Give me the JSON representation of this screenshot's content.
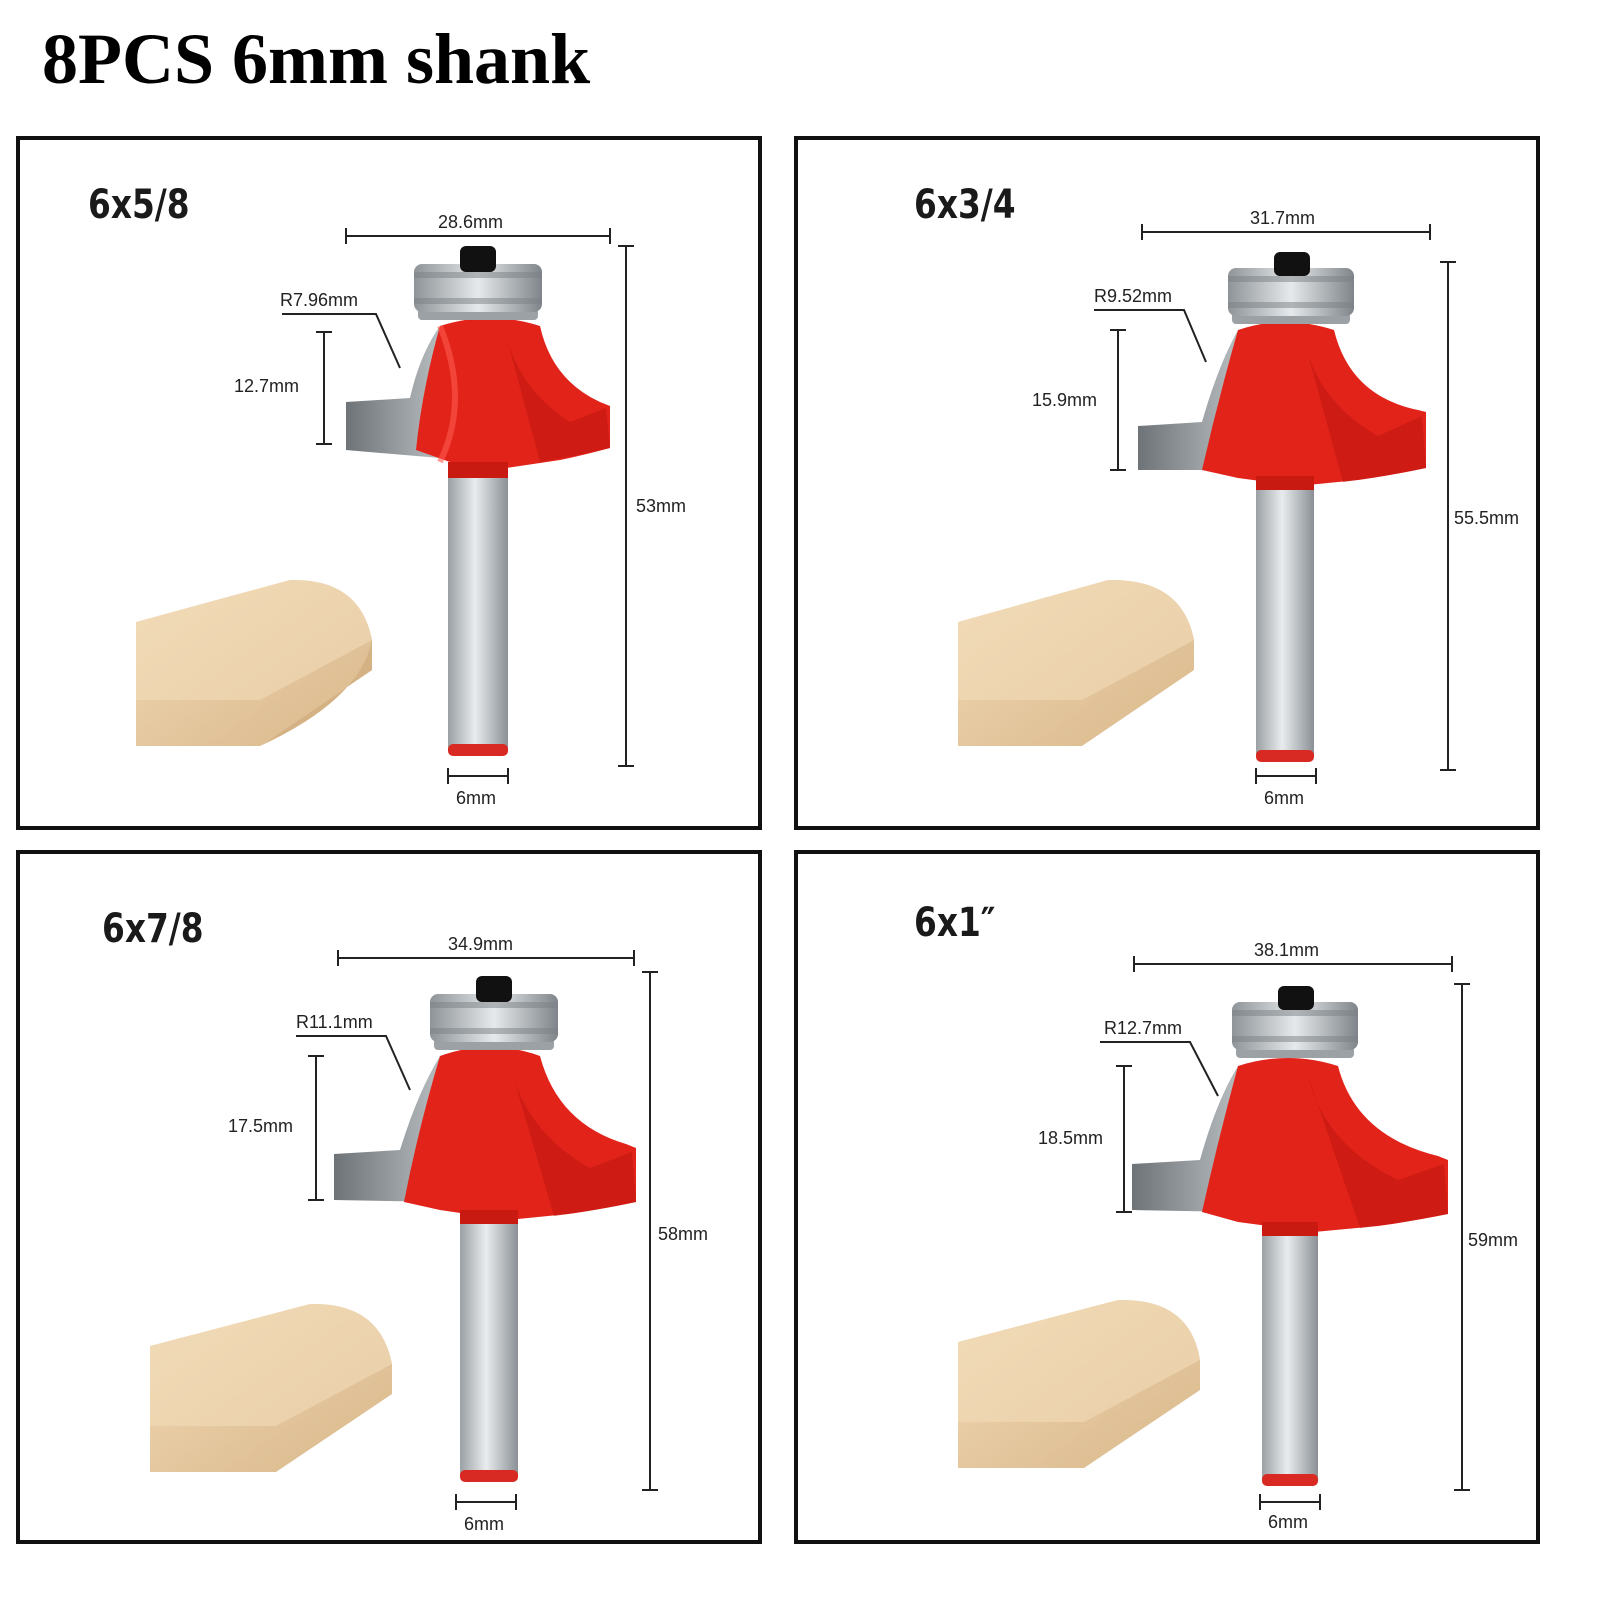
{
  "title": "8PCS 6mm shank",
  "colors": {
    "cutter_red": "#e2231a",
    "carbide_grey": "#8d9296",
    "wood": "#e7c9a0",
    "frame": "#111111"
  },
  "panels": [
    {
      "label": "6x5/8",
      "width": "28.6mm",
      "radius": "R7.96mm",
      "cut_height": "12.7mm",
      "length": "53mm",
      "shank": "6mm"
    },
    {
      "label": "6x3/4",
      "width": "31.7mm",
      "radius": "R9.52mm",
      "cut_height": "15.9mm",
      "length": "55.5mm",
      "shank": "6mm"
    },
    {
      "label": "6x7/8",
      "width": "34.9mm",
      "radius": "R11.1mm",
      "cut_height": "17.5mm",
      "length": "58mm",
      "shank": "6mm"
    },
    {
      "label": "6x1″",
      "width": "38.1mm",
      "radius": "R12.7mm",
      "cut_height": "18.5mm",
      "length": "59mm",
      "shank": "6mm"
    }
  ]
}
